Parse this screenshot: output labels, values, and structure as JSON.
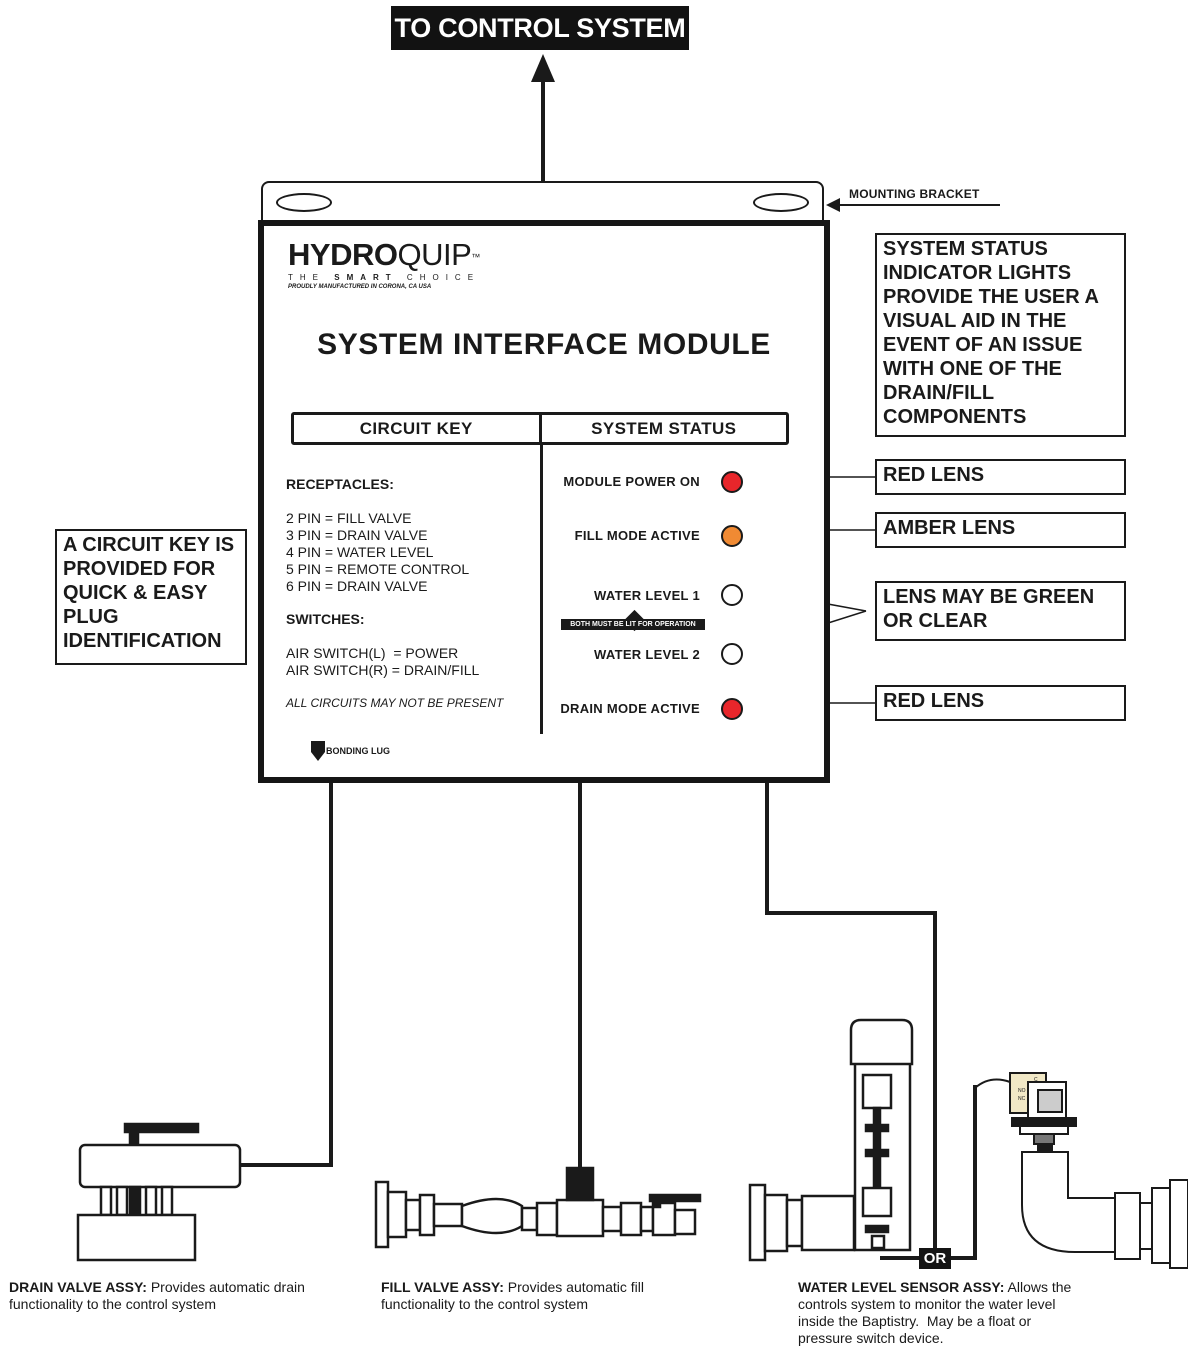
{
  "header": {
    "destination_label": "TO CONTROL SYSTEM"
  },
  "bracket": {
    "label": "MOUNTING BRACKET"
  },
  "module": {
    "brand_main_bold": "HYDRO",
    "brand_main_light": "QUIP",
    "brand_tm": "™",
    "tagline_pre": "THE ",
    "tagline_bold": "SMART",
    "tagline_post": " CHOICE",
    "made_in": "PROUDLY MANUFACTURED IN CORONA, CA USA",
    "title": "SYSTEM INTERFACE MODULE",
    "circuit_key_header": "CIRCUIT KEY",
    "system_status_header": "SYSTEM STATUS",
    "receptacles_heading": "RECEPTACLES:",
    "receptacles": [
      "2 PIN = FILL VALVE",
      "3 PIN = DRAIN VALVE",
      "4 PIN = WATER LEVEL",
      "5 PIN = REMOTE CONTROL",
      "6 PIN = DRAIN VALVE"
    ],
    "switches_heading": "SWITCHES:",
    "switches": [
      "AIR SWITCH(L)  = POWER",
      "AIR SWITCH(R) = DRAIN/FILL"
    ],
    "footnote": "ALL CIRCUITS MAY NOT BE PRESENT",
    "status_items": [
      {
        "label": "MODULE POWER ON",
        "color": "#e8262b"
      },
      {
        "label": "FILL MODE ACTIVE",
        "color": "#f08a33"
      },
      {
        "label": "WATER LEVEL 1",
        "color": "#ffffff"
      },
      {
        "label": "WATER LEVEL 2",
        "color": "#ffffff"
      },
      {
        "label": "DRAIN MODE ACTIVE",
        "color": "#e8262b"
      }
    ],
    "water_level_note": "BOTH MUST BE LIT FOR OPERATION",
    "bonding_lug_label": "BONDING LUG"
  },
  "callouts": {
    "system_status": "SYSTEM STATUS INDICATOR LIGHTS PROVIDE THE USER A VISUAL AID IN THE EVENT OF AN ISSUE WITH ONE OF THE DRAIN/FILL COMPONENTS",
    "circuit_key": "A CIRCUIT KEY IS PROVIDED FOR QUICK & EASY PLUG IDENTIFICATION",
    "red_lens_1": "RED LENS",
    "amber_lens": "AMBER LENS",
    "green_or_clear": "LENS MAY BE GREEN OR CLEAR",
    "red_lens_2": "RED LENS"
  },
  "components": {
    "drain": {
      "name": "DRAIN VALVE ASSY:",
      "desc": " Provides automatic drain functionality to the control system"
    },
    "fill": {
      "name": "FILL VALVE ASSY:",
      "desc": " Provides automatic fill functionality to the control system"
    },
    "sensor": {
      "name": "WATER LEVEL SENSOR ASSY:",
      "desc": " Allows the controls system to monitor the water level inside the Baptistry.  May be a float or pressure switch device."
    },
    "or_label": "OR",
    "switch_no": "NO",
    "switch_nc": "NC",
    "switch_c": "C"
  },
  "colors": {
    "red": "#e8262b",
    "amber": "#f08a33",
    "ink": "#1a1a1a"
  }
}
